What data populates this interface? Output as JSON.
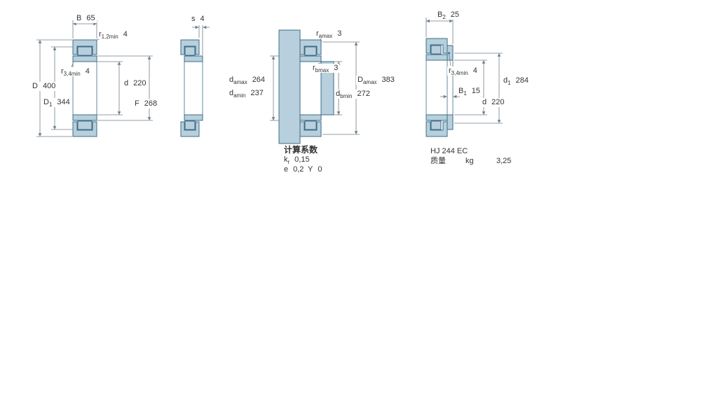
{
  "colors": {
    "part_fill": "#b8cfdd",
    "part_stroke": "#3d6e85",
    "dim_line": "#6f7f8c",
    "text": "#333333"
  },
  "figures": {
    "fig1": {
      "dims": {
        "B": {
          "base": "B",
          "value": "65"
        },
        "r12": {
          "base": "r",
          "sub": "1,2min",
          "value": "4"
        },
        "r34": {
          "base": "r",
          "sub": "3,4min",
          "value": "4"
        },
        "D": {
          "base": "D",
          "value": "400"
        },
        "D1": {
          "base": "D",
          "sub": "1",
          "value": "344"
        },
        "d": {
          "base": "d",
          "value": "220"
        },
        "F": {
          "base": "F",
          "value": "268"
        }
      }
    },
    "fig2": {
      "dims": {
        "s": {
          "base": "s",
          "value": "4"
        }
      }
    },
    "fig3": {
      "dims": {
        "ra": {
          "base": "r",
          "sub": "amax",
          "value": "3"
        },
        "rb": {
          "base": "r",
          "sub": "bmax",
          "value": "3"
        },
        "da_max": {
          "base": "d",
          "sub": "amax",
          "value": "264"
        },
        "da_min": {
          "base": "d",
          "sub": "amin",
          "value": "237"
        },
        "db_min": {
          "base": "d",
          "sub": "bmin",
          "value": "272"
        },
        "Da_max": {
          "base": "D",
          "sub": "amax",
          "value": "383"
        }
      },
      "calc": {
        "title": "计算系数",
        "kr": {
          "base": "k",
          "sub": "r",
          "value": "0,15"
        },
        "e": {
          "base": "e",
          "value": "0,2"
        },
        "Y": {
          "base": "Y",
          "value": "0"
        }
      }
    },
    "fig4": {
      "dims": {
        "B2": {
          "base": "B",
          "sub": "2",
          "value": "25"
        },
        "r34": {
          "base": "r",
          "sub": "3,4min",
          "value": "4"
        },
        "d1": {
          "base": "d",
          "sub": "1",
          "value": "284"
        },
        "B1": {
          "base": "B",
          "sub": "1",
          "value": "15"
        },
        "d": {
          "base": "d",
          "value": "220"
        }
      },
      "designation": "HJ 244 EC",
      "mass": {
        "label": "质量",
        "unit": "kg",
        "value": "3,25"
      }
    }
  }
}
